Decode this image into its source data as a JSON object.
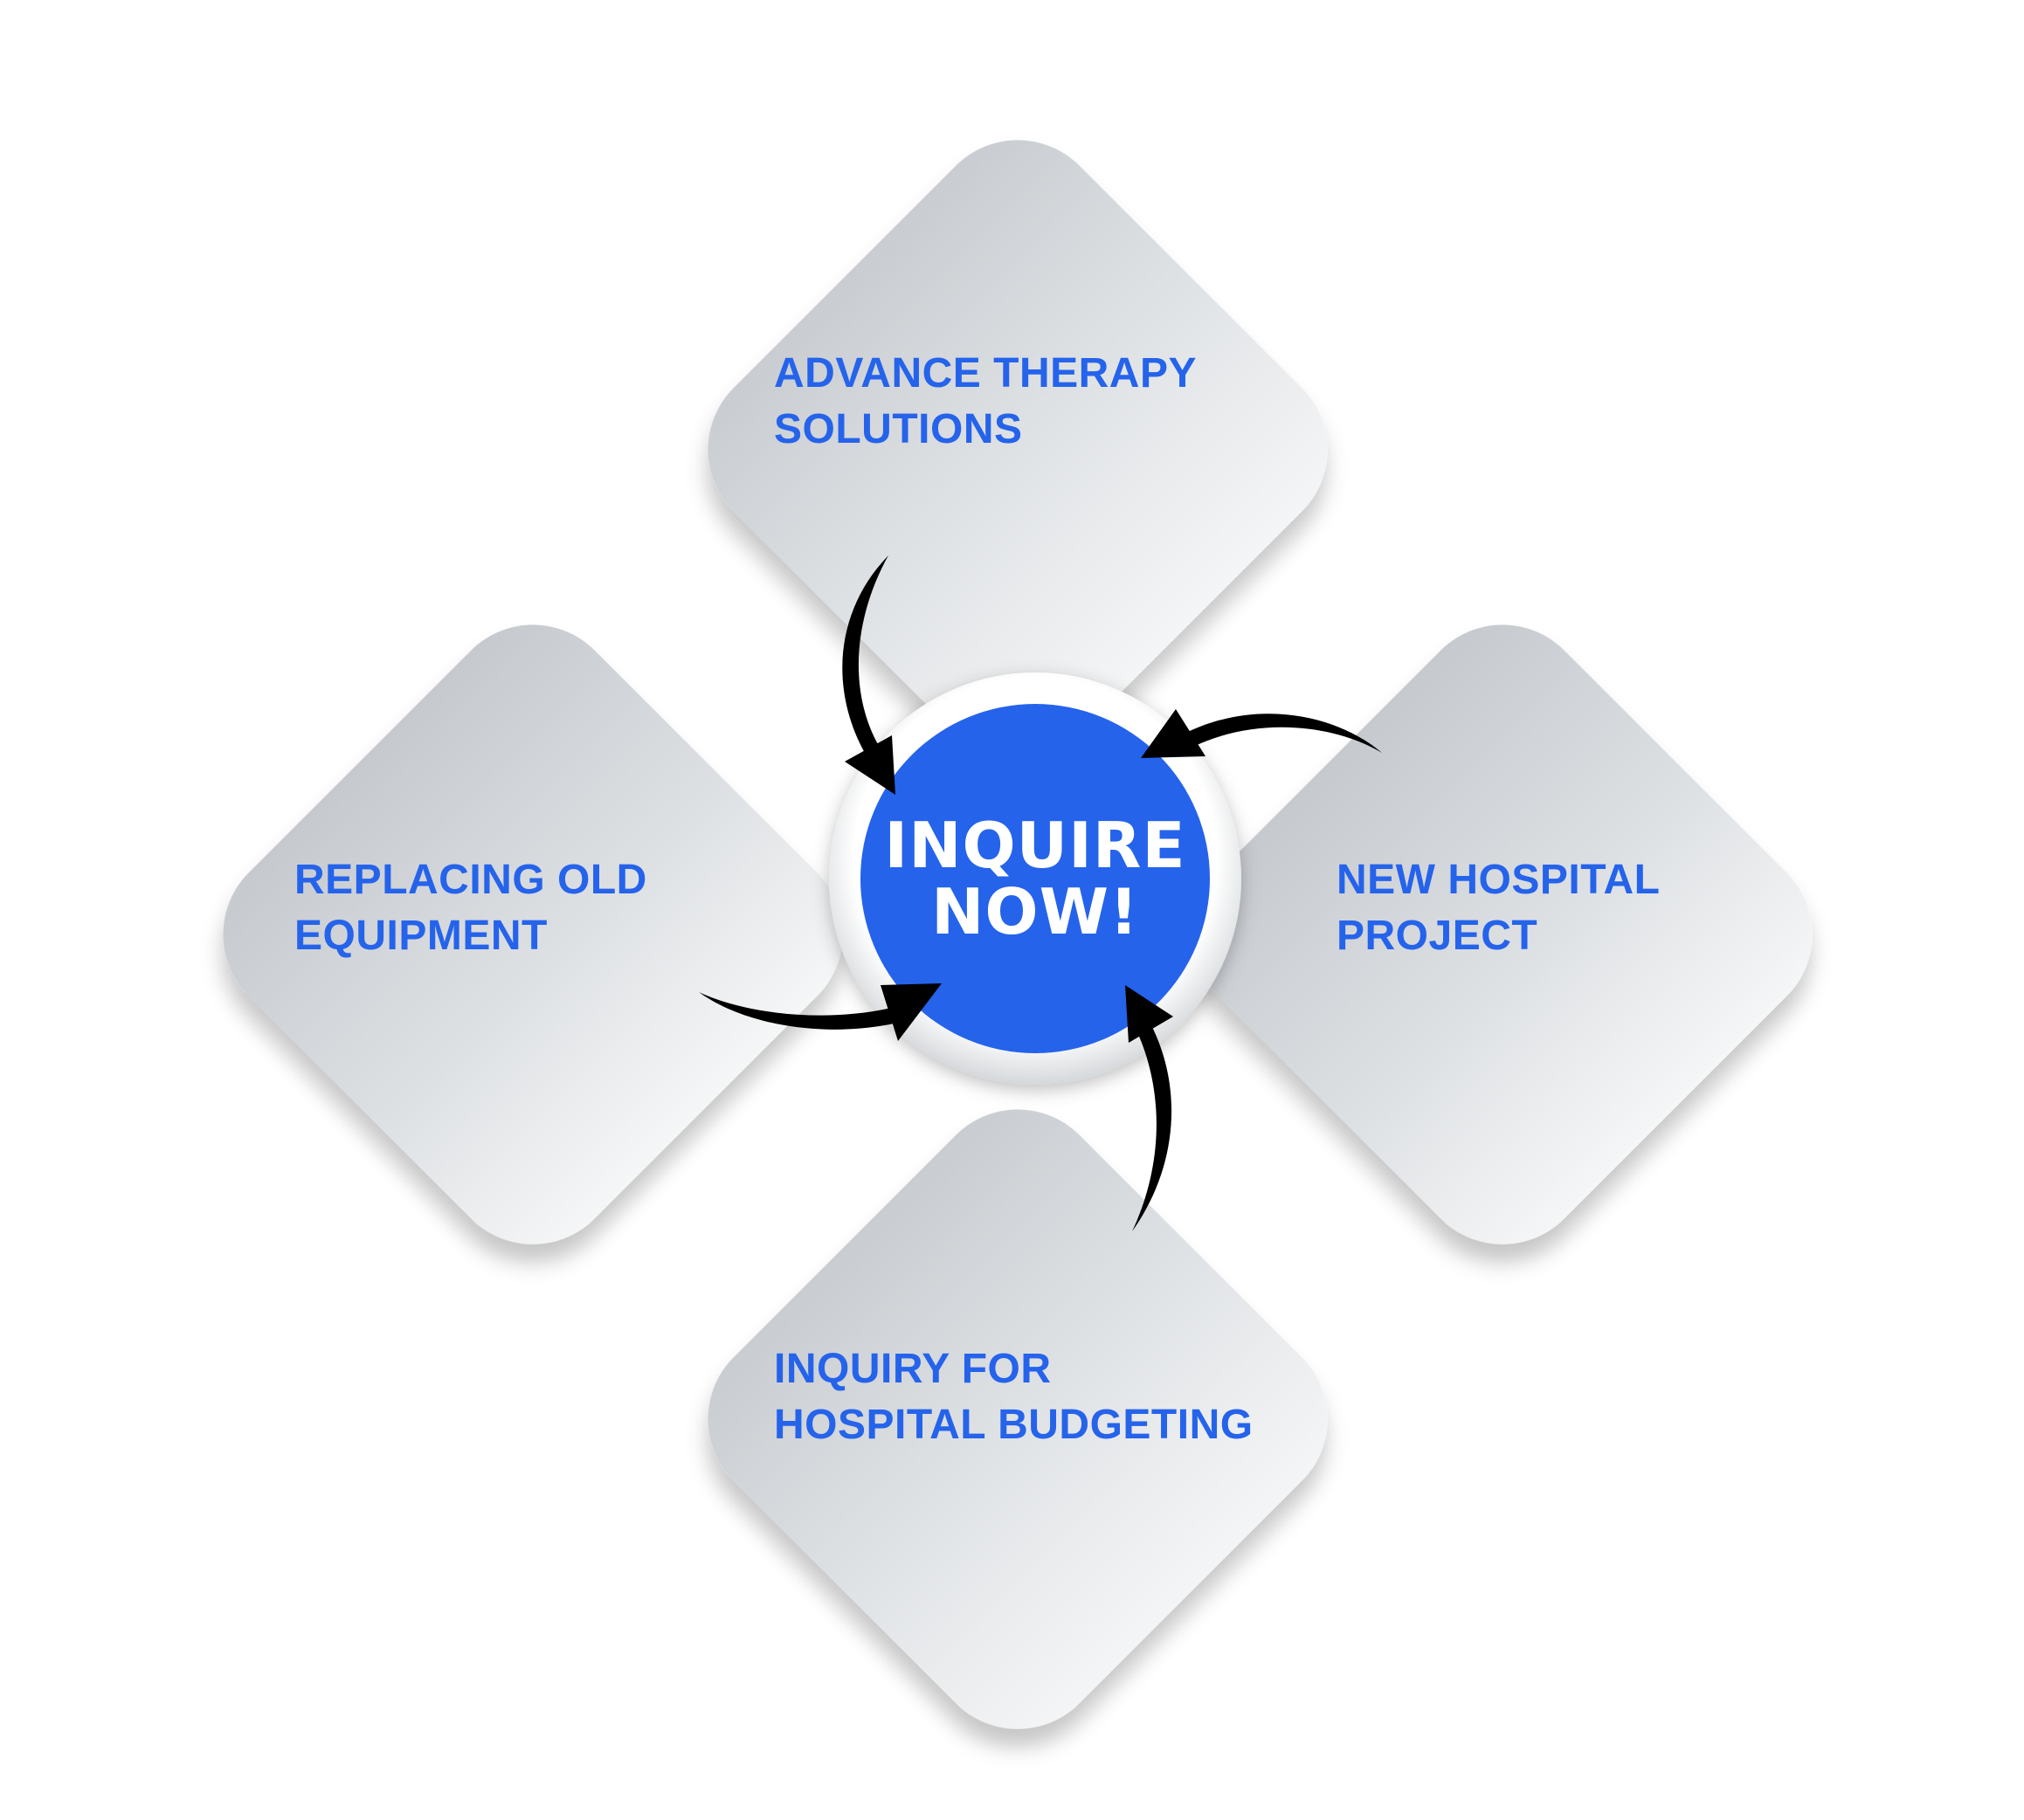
{
  "colors": {
    "accent": "#2563eb",
    "petal": "#e4e7ea",
    "arrow": "#000000",
    "cta_text": "#ffffff"
  },
  "center": {
    "lines": [
      "INQUIRE",
      "NOW!"
    ]
  },
  "petals": {
    "top": {
      "lines": [
        "ADVANCE THERAPY",
        "SOLUTIONS"
      ]
    },
    "right": {
      "lines": [
        "NEW HOSPITAL",
        "PROJECT"
      ]
    },
    "left": {
      "lines": [
        "REPLACING OLD",
        "EQUIPMENT"
      ]
    },
    "bottom": {
      "lines": [
        "INQUIRY FOR",
        "HOSPITAL BUDGETING"
      ]
    }
  },
  "arrows": [
    "arrow-from-top",
    "arrow-from-right",
    "arrow-from-bottom",
    "arrow-from-left"
  ]
}
